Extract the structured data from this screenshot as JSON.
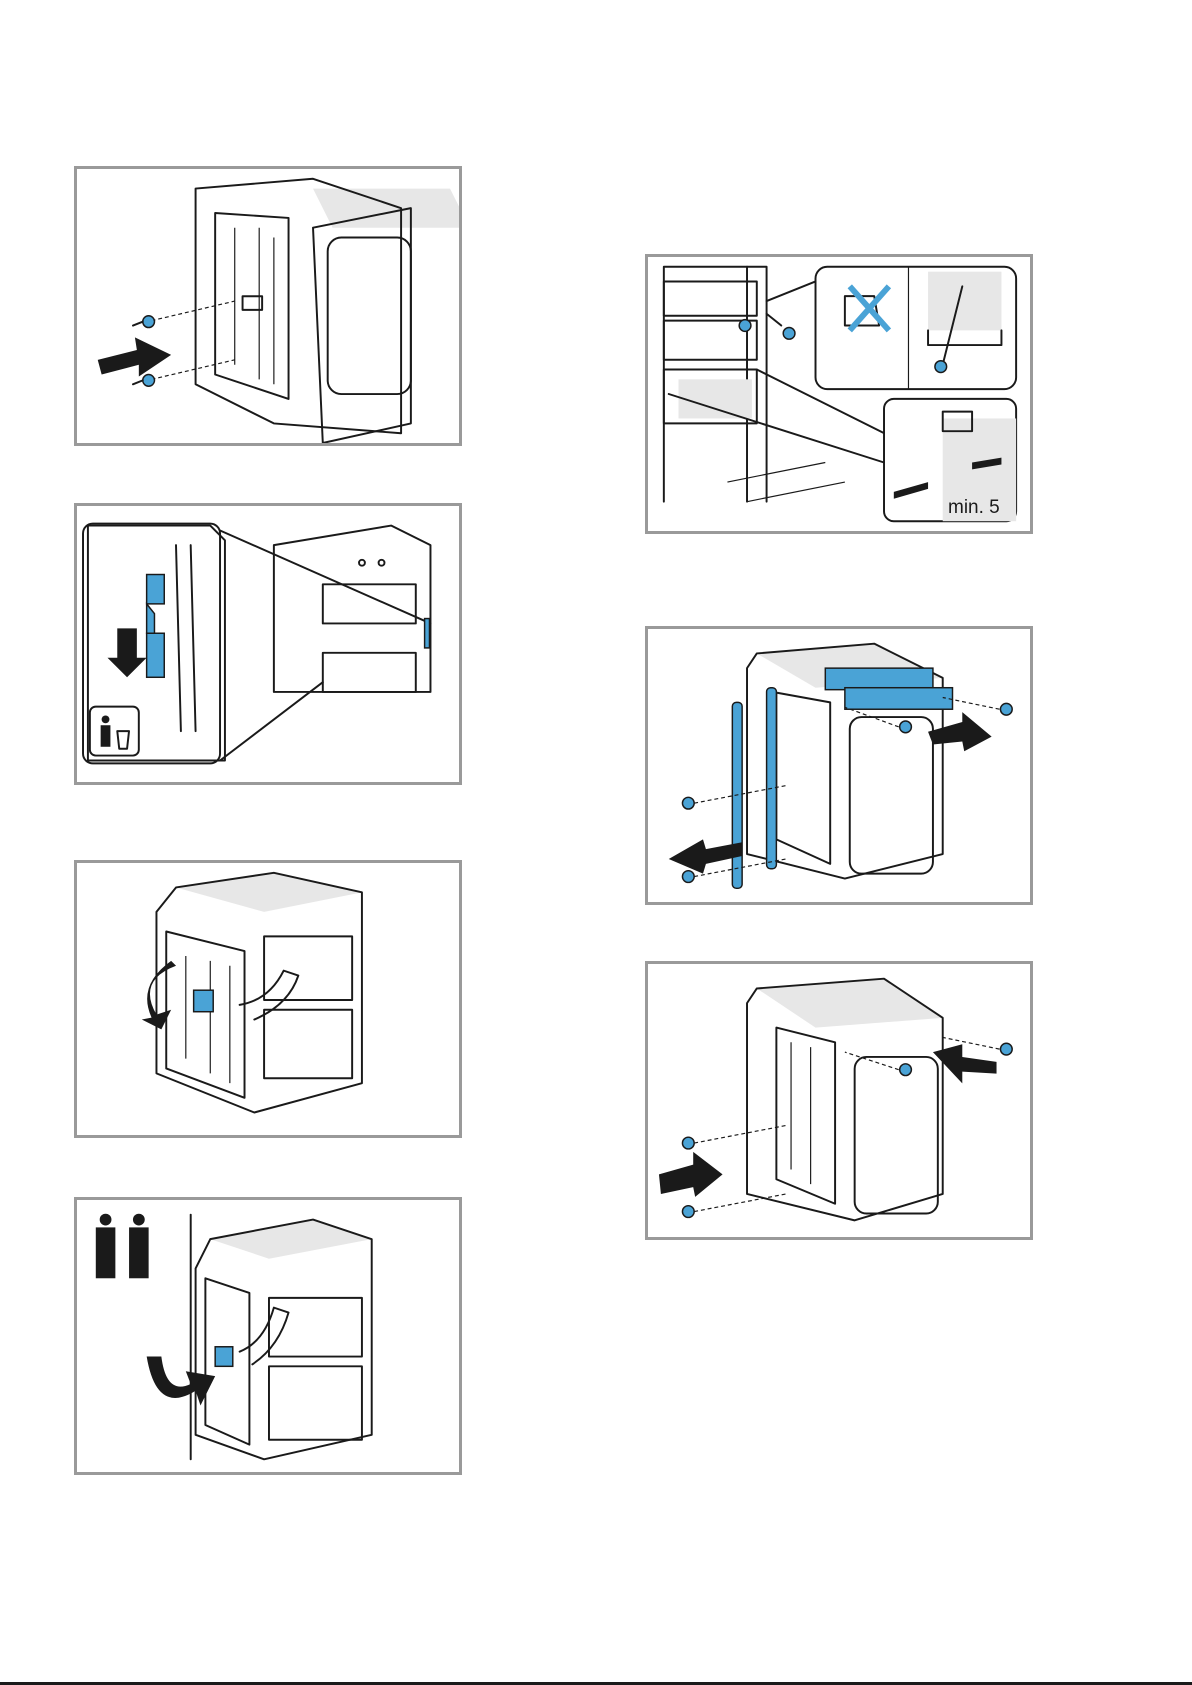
{
  "document": {
    "figures": [
      {
        "id": "fig-1",
        "description_visible_text": ""
      },
      {
        "id": "fig-2",
        "description_visible_text": ""
      },
      {
        "id": "fig-3",
        "description_visible_text": ""
      },
      {
        "id": "fig-4",
        "description_visible_text": ""
      },
      {
        "id": "fig-5",
        "description_visible_text": "min. 5"
      },
      {
        "id": "fig-6",
        "description_visible_text": ""
      },
      {
        "id": "fig-7",
        "description_visible_text": ""
      }
    ],
    "labels": {
      "min_gap": "min. 5"
    },
    "colors": {
      "accent": "#4aa3d6",
      "frame": "#9a9a9a",
      "ink": "#1a1a1a"
    },
    "icons": {
      "fig2": "recycle-bin-person-icon",
      "fig4": "two-persons-icon",
      "fig5": "no-drill-icon"
    }
  }
}
